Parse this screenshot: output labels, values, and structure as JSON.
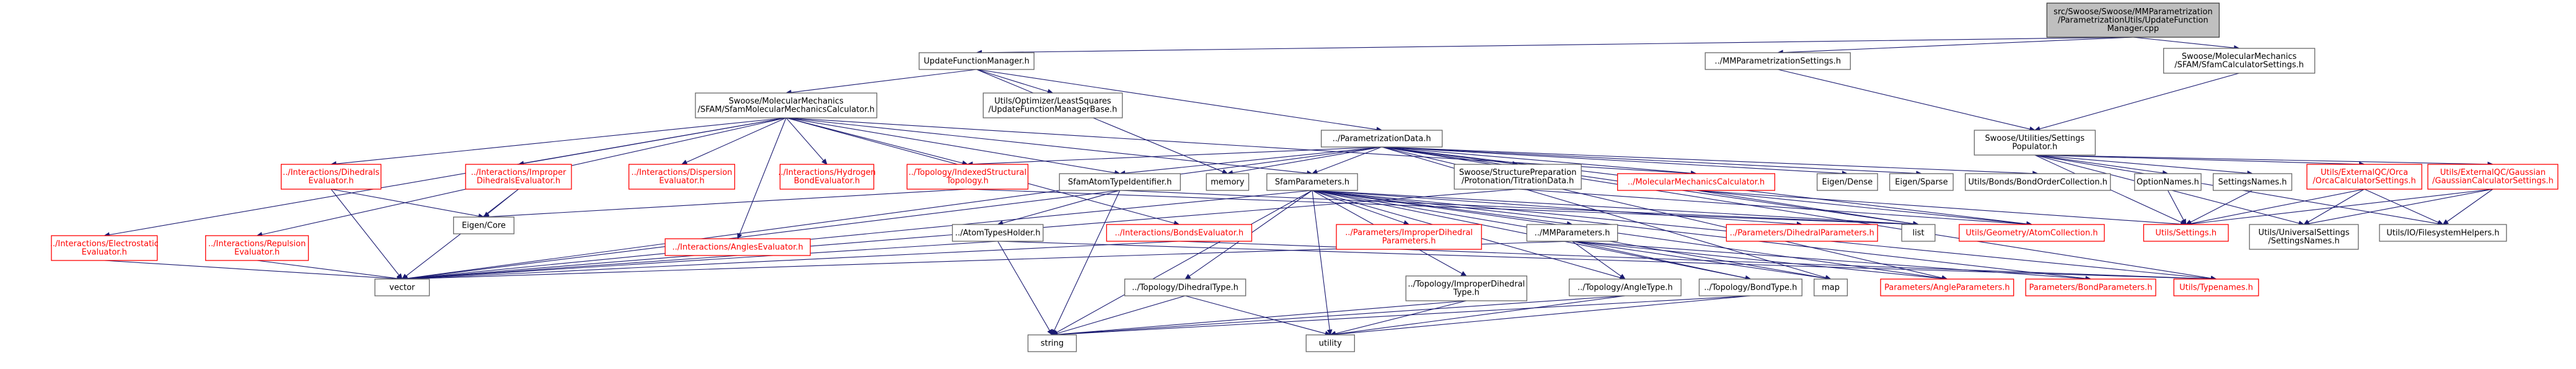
{
  "diagram": {
    "nodes": [
      {
        "id": "root",
        "lines": [
          "src/Swoose/Swoose/MMParametrization",
          "/ParametrizationUtils/UpdateFunction",
          "Manager.cpp"
        ],
        "style": "root"
      },
      {
        "id": "ufm",
        "lines": [
          "UpdateFunctionManager.h"
        ],
        "style": "normal"
      },
      {
        "id": "mmps",
        "lines": [
          "../MMParametrizationSettings.h"
        ],
        "style": "normal"
      },
      {
        "id": "sfamcs",
        "lines": [
          "Swoose/MolecularMechanics",
          "/SFAM/SfamCalculatorSettings.h"
        ],
        "style": "normal"
      },
      {
        "id": "sfammmc",
        "lines": [
          "Swoose/MolecularMechanics",
          "/SFAM/SfamMolecularMechanicsCalculator.h"
        ],
        "style": "normal"
      },
      {
        "id": "lsq",
        "lines": [
          "Utils/Optimizer/LeastSquares",
          "/UpdateFunctionManagerBase.h"
        ],
        "style": "normal"
      },
      {
        "id": "pdata",
        "lines": [
          "../ParametrizationData.h"
        ],
        "style": "normal"
      },
      {
        "id": "setpop",
        "lines": [
          "Swoose/Utilities/Settings",
          "Populator.h"
        ],
        "style": "normal"
      },
      {
        "id": "dihe",
        "lines": [
          "../Interactions/Dihedrals",
          "Evaluator.h"
        ],
        "style": "red"
      },
      {
        "id": "impr",
        "lines": [
          "../Interactions/Improper",
          "DihedralsEvaluator.h"
        ],
        "style": "red"
      },
      {
        "id": "disp",
        "lines": [
          "../Interactions/Dispersion",
          "Evaluator.h"
        ],
        "style": "red"
      },
      {
        "id": "hbond",
        "lines": [
          "../Interactions/Hydrogen",
          "BondEvaluator.h"
        ],
        "style": "red"
      },
      {
        "id": "idxtopo",
        "lines": [
          "../Topology/IndexedStructural",
          "Topology.h"
        ],
        "style": "red"
      },
      {
        "id": "sati",
        "lines": [
          "SfamAtomTypeIdentifier.h"
        ],
        "style": "normal"
      },
      {
        "id": "sparams",
        "lines": [
          "SfamParameters.h"
        ],
        "style": "normal"
      },
      {
        "id": "memory",
        "lines": [
          "memory"
        ],
        "style": "normal"
      },
      {
        "id": "prot",
        "lines": [
          "Swoose/StructurePreparation",
          "/Protonation/TitrationData.h"
        ],
        "style": "normal"
      },
      {
        "id": "mmcalc",
        "lines": [
          "../MolecularMechanicsCalculator.h"
        ],
        "style": "red"
      },
      {
        "id": "edense",
        "lines": [
          "Eigen/Dense"
        ],
        "style": "normal"
      },
      {
        "id": "esparse",
        "lines": [
          "Eigen/Sparse"
        ],
        "style": "normal"
      },
      {
        "id": "bondorder",
        "lines": [
          "Utils/Bonds/BondOrderCollection.h"
        ],
        "style": "normal"
      },
      {
        "id": "optnames",
        "lines": [
          "OptionNames.h"
        ],
        "style": "normal"
      },
      {
        "id": "setnames",
        "lines": [
          "SettingsNames.h"
        ],
        "style": "normal"
      },
      {
        "id": "orca",
        "lines": [
          "Utils/ExternalQC/Orca",
          "/OrcaCalculatorSettings.h"
        ],
        "style": "red"
      },
      {
        "id": "gauss",
        "lines": [
          "Utils/ExternalQC/Gaussian",
          "/GaussianCalculatorSettings.h"
        ],
        "style": "red"
      },
      {
        "id": "elec",
        "lines": [
          "../Interactions/Electrostatic",
          "Evaluator.h"
        ],
        "style": "red"
      },
      {
        "id": "rep",
        "lines": [
          "../Interactions/Repulsion",
          "Evaluator.h"
        ],
        "style": "red"
      },
      {
        "id": "angles",
        "lines": [
          "../Interactions/AnglesEvaluator.h"
        ],
        "style": "red"
      },
      {
        "id": "eigencore",
        "lines": [
          "Eigen/Core"
        ],
        "style": "normal"
      },
      {
        "id": "ath",
        "lines": [
          "../AtomTypesHolder.h"
        ],
        "style": "normal"
      },
      {
        "id": "bonds",
        "lines": [
          "../Interactions/BondsEvaluator.h"
        ],
        "style": "red"
      },
      {
        "id": "imprparams",
        "lines": [
          "../Parameters/ImproperDihedral",
          "Parameters.h"
        ],
        "style": "red"
      },
      {
        "id": "mmparams",
        "lines": [
          "../MMParameters.h"
        ],
        "style": "normal"
      },
      {
        "id": "diheparams",
        "lines": [
          "../Parameters/DihedralParameters.h"
        ],
        "style": "red"
      },
      {
        "id": "list",
        "lines": [
          "list"
        ],
        "style": "normal"
      },
      {
        "id": "atomcoll",
        "lines": [
          "Utils/Geometry/AtomCollection.h"
        ],
        "style": "red"
      },
      {
        "id": "settings",
        "lines": [
          "Utils/Settings.h"
        ],
        "style": "red"
      },
      {
        "id": "uset",
        "lines": [
          "Utils/UniversalSettings",
          "/SettingsNames.h"
        ],
        "style": "normal"
      },
      {
        "id": "fsh",
        "lines": [
          "Utils/IO/FilesystemHelpers.h"
        ],
        "style": "normal"
      },
      {
        "id": "vector",
        "lines": [
          "vector"
        ],
        "style": "normal"
      },
      {
        "id": "dihtype",
        "lines": [
          "../Topology/DihedralType.h"
        ],
        "style": "normal"
      },
      {
        "id": "imprtype",
        "lines": [
          "../Topology/ImproperDihedral",
          "Type.h"
        ],
        "style": "normal"
      },
      {
        "id": "angletype",
        "lines": [
          "../Topology/AngleType.h"
        ],
        "style": "normal"
      },
      {
        "id": "bondtype",
        "lines": [
          "../Topology/BondType.h"
        ],
        "style": "normal"
      },
      {
        "id": "map",
        "lines": [
          "map"
        ],
        "style": "normal"
      },
      {
        "id": "angleparams",
        "lines": [
          "Parameters/AngleParameters.h"
        ],
        "style": "red"
      },
      {
        "id": "bondparams",
        "lines": [
          "Parameters/BondParameters.h"
        ],
        "style": "red"
      },
      {
        "id": "typenames",
        "lines": [
          "Utils/Typenames.h"
        ],
        "style": "red"
      },
      {
        "id": "string",
        "lines": [
          "string"
        ],
        "style": "normal"
      },
      {
        "id": "utility",
        "lines": [
          "utility"
        ],
        "style": "normal"
      }
    ],
    "edges": [
      [
        "root",
        "ufm"
      ],
      [
        "root",
        "mmps"
      ],
      [
        "root",
        "sfamcs"
      ],
      [
        "ufm",
        "sfammmc"
      ],
      [
        "ufm",
        "lsq"
      ],
      [
        "ufm",
        "pdata"
      ],
      [
        "ufm",
        "memory"
      ],
      [
        "mmps",
        "setpop"
      ],
      [
        "sfamcs",
        "setpop"
      ],
      [
        "sfammmc",
        "dihe"
      ],
      [
        "sfammmc",
        "impr"
      ],
      [
        "sfammmc",
        "disp"
      ],
      [
        "sfammmc",
        "hbond"
      ],
      [
        "sfammmc",
        "idxtopo"
      ],
      [
        "sfammmc",
        "sati"
      ],
      [
        "sfammmc",
        "sparams"
      ],
      [
        "sfammmc",
        "mmcalc"
      ],
      [
        "sfammmc",
        "elec"
      ],
      [
        "sfammmc",
        "rep"
      ],
      [
        "sfammmc",
        "angles"
      ],
      [
        "sfammmc",
        "bonds"
      ],
      [
        "pdata",
        "idxtopo"
      ],
      [
        "pdata",
        "sati"
      ],
      [
        "pdata",
        "sparams"
      ],
      [
        "pdata",
        "memory"
      ],
      [
        "pdata",
        "prot"
      ],
      [
        "pdata",
        "mmcalc"
      ],
      [
        "pdata",
        "edense"
      ],
      [
        "pdata",
        "esparse"
      ],
      [
        "pdata",
        "bondorder"
      ],
      [
        "pdata",
        "atomcoll"
      ],
      [
        "pdata",
        "map"
      ],
      [
        "pdata",
        "typenames"
      ],
      [
        "pdata",
        "vector"
      ],
      [
        "pdata",
        "angleparams"
      ],
      [
        "pdata",
        "list"
      ],
      [
        "setpop",
        "optnames"
      ],
      [
        "setpop",
        "setnames"
      ],
      [
        "setpop",
        "orca"
      ],
      [
        "setpop",
        "gauss"
      ],
      [
        "setpop",
        "settings"
      ],
      [
        "setpop",
        "uset"
      ],
      [
        "setpop",
        "fsh"
      ],
      [
        "orca",
        "settings"
      ],
      [
        "orca",
        "uset"
      ],
      [
        "orca",
        "fsh"
      ],
      [
        "gauss",
        "settings"
      ],
      [
        "gauss",
        "uset"
      ],
      [
        "gauss",
        "fsh"
      ],
      [
        "optnames",
        "settings"
      ],
      [
        "setnames",
        "settings"
      ],
      [
        "mmcalc",
        "settings"
      ],
      [
        "mmcalc",
        "list"
      ],
      [
        "mmcalc",
        "atomcoll"
      ],
      [
        "dihe",
        "vector"
      ],
      [
        "dihe",
        "eigencore"
      ],
      [
        "impr",
        "vector"
      ],
      [
        "impr",
        "eigencore"
      ],
      [
        "elec",
        "vector"
      ],
      [
        "rep",
        "vector"
      ],
      [
        "angles",
        "vector"
      ],
      [
        "bonds",
        "vector"
      ],
      [
        "bonds",
        "typenames"
      ],
      [
        "idxtopo",
        "eigencore"
      ],
      [
        "idxtopo",
        "list"
      ],
      [
        "sati",
        "ath"
      ],
      [
        "sati",
        "vector"
      ],
      [
        "sati",
        "string"
      ],
      [
        "sati",
        "list"
      ],
      [
        "sparams",
        "imprparams"
      ],
      [
        "sparams",
        "mmparams"
      ],
      [
        "sparams",
        "diheparams"
      ],
      [
        "sparams",
        "list"
      ],
      [
        "sparams",
        "vector"
      ],
      [
        "sparams",
        "dihtype"
      ],
      [
        "sparams",
        "imprtype"
      ],
      [
        "sparams",
        "angletype"
      ],
      [
        "sparams",
        "bondtype"
      ],
      [
        "sparams",
        "map"
      ],
      [
        "sparams",
        "angleparams"
      ],
      [
        "sparams",
        "bondparams"
      ],
      [
        "sparams",
        "string"
      ],
      [
        "sparams",
        "utility"
      ],
      [
        "sparams",
        "typenames"
      ],
      [
        "ath",
        "vector"
      ],
      [
        "ath",
        "string"
      ],
      [
        "ath",
        "typenames"
      ],
      [
        "mmparams",
        "vector"
      ],
      [
        "mmparams",
        "angletype"
      ],
      [
        "mmparams",
        "bondtype"
      ],
      [
        "mmparams",
        "map"
      ],
      [
        "mmparams",
        "angleparams"
      ],
      [
        "mmparams",
        "bondparams"
      ],
      [
        "prot",
        "atomcoll"
      ],
      [
        "prot",
        "vector"
      ],
      [
        "dihtype",
        "string"
      ],
      [
        "dihtype",
        "utility"
      ],
      [
        "imprtype",
        "string"
      ],
      [
        "imprtype",
        "utility"
      ],
      [
        "angletype",
        "string"
      ],
      [
        "angletype",
        "utility"
      ],
      [
        "bondtype",
        "string"
      ],
      [
        "bondtype",
        "utility"
      ]
    ]
  }
}
